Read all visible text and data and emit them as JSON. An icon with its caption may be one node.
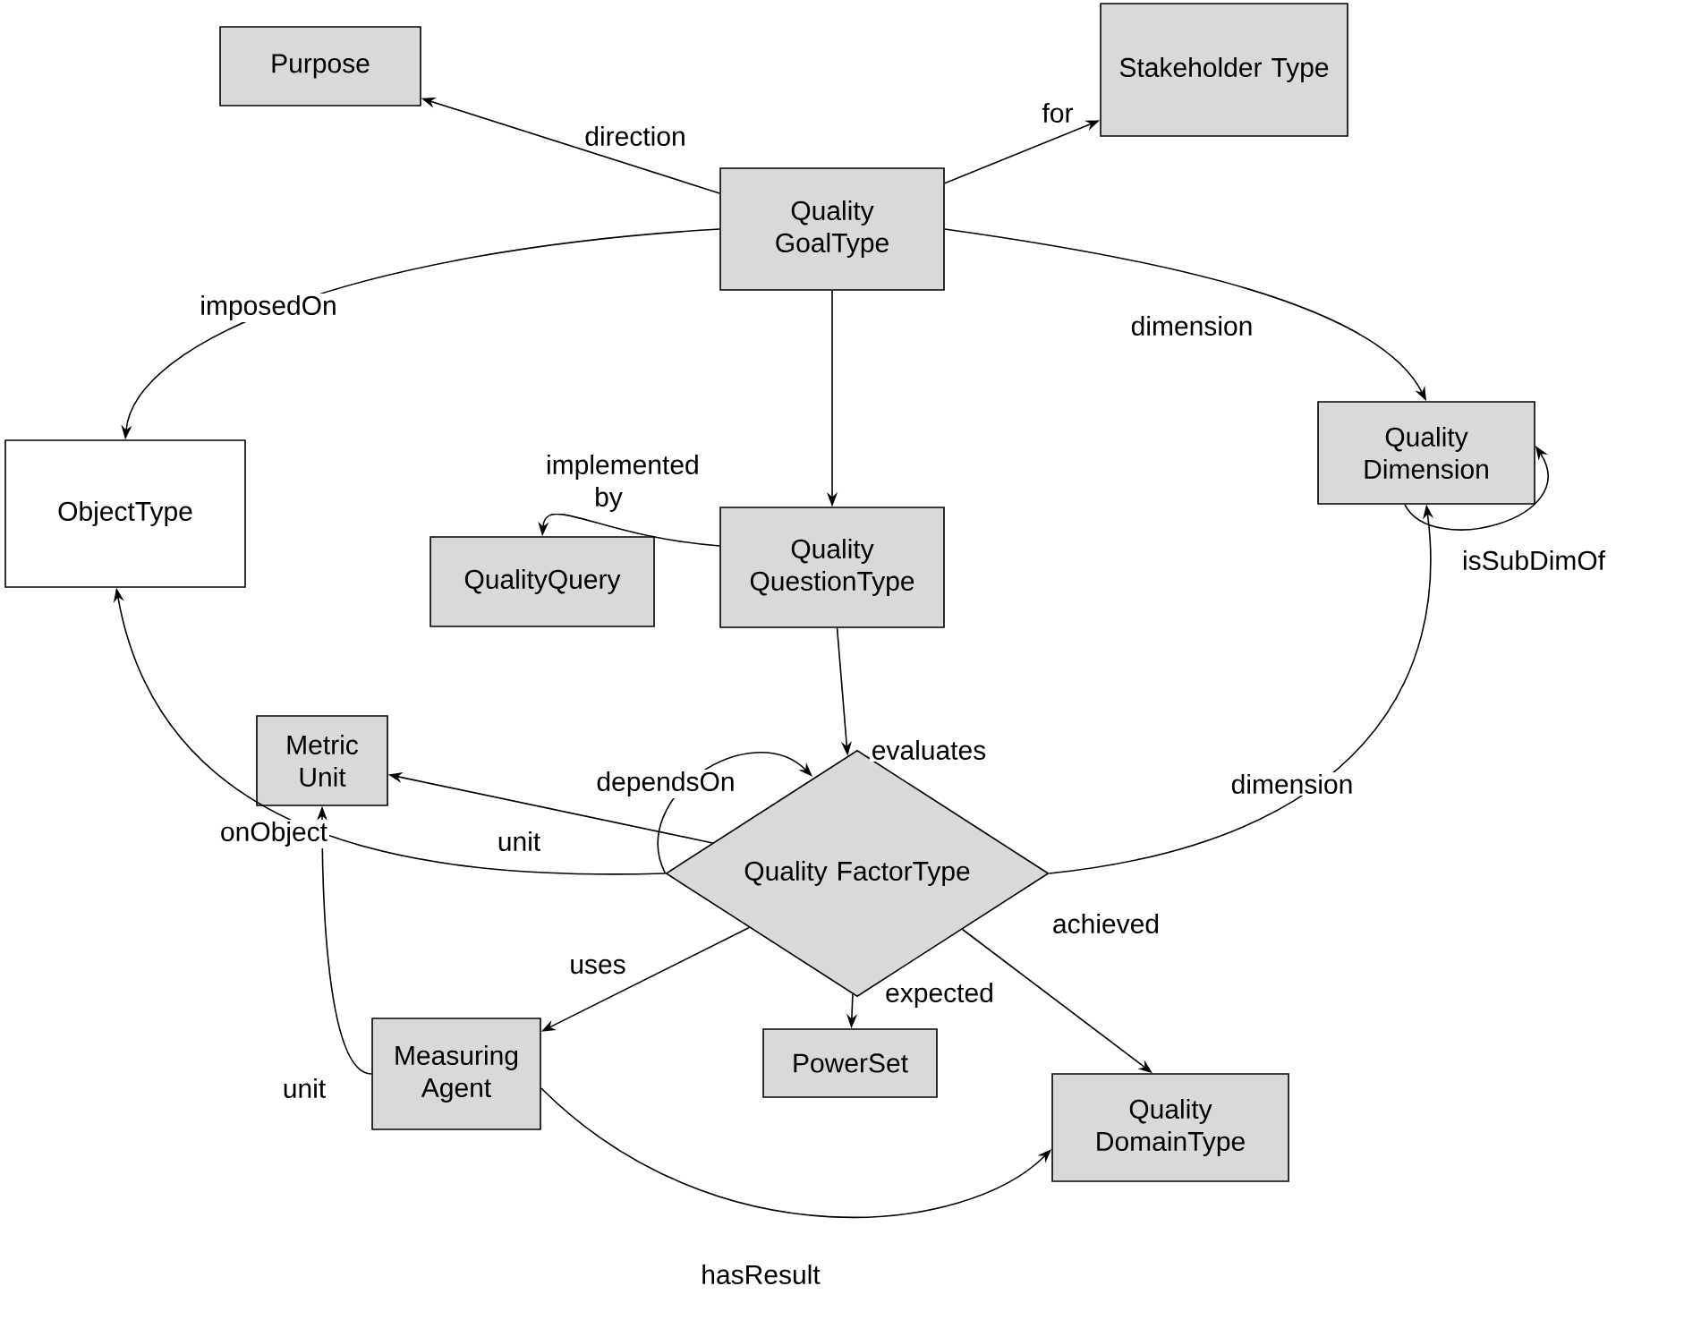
{
  "diagram": {
    "nodes": [
      {
        "text": [
          "Purpose"
        ]
      },
      {
        "text": [
          "Stakeholder Type"
        ]
      },
      {
        "text": [
          "Quality GoalType"
        ]
      },
      {
        "text": [
          "Quality Dimension"
        ]
      },
      {
        "text": [
          "Quality QuestionType"
        ]
      },
      {
        "text": [
          "ObjectType"
        ]
      },
      {
        "text": [
          "QualityQuery"
        ]
      },
      {
        "text": [
          "Quality FactorType"
        ]
      },
      {
        "text": [
          "Metric Unit"
        ]
      },
      {
        "text": [
          "Measuring Agent"
        ]
      },
      {
        "text": [
          "PowerSet"
        ]
      },
      {
        "text": [
          "Quality DomainType"
        ]
      }
    ],
    "edges": [
      {
        "from": 2,
        "to": 0,
        "arrow": "to",
        "label": "direction"
      },
      {
        "from": 2,
        "to": 1,
        "arrow": "to",
        "label": "for"
      },
      {
        "from": 2,
        "to": 3,
        "arrow": "to",
        "label": "dimension"
      },
      {
        "from": 2,
        "to": 5,
        "arrow": "to",
        "label": "imposedOn"
      },
      {
        "from": 2,
        "to": 4,
        "arrow": "to"
      },
      {
        "from": 4,
        "to": 6,
        "arrow": "to",
        "label": "implemented by"
      },
      {
        "from": 3,
        "to": 3,
        "arrow": "to",
        "label": "isSubDimOf"
      },
      {
        "from": 4,
        "to": 7,
        "arrow": "to",
        "label": "evaluates"
      },
      {
        "from": 7,
        "to": 7,
        "arrow": "to",
        "label": "dependsOn"
      },
      {
        "from": 7,
        "to": 5,
        "arrow": "to",
        "label": "onObject"
      },
      {
        "from": 7,
        "to": 3,
        "arrow": "to",
        "label": "dimension"
      },
      {
        "from": 7,
        "to": 8,
        "arrow": "to",
        "label": "unit"
      },
      {
        "from": 7,
        "to": 9,
        "arrow": "to",
        "label": "uses"
      },
      {
        "from": 7,
        "to": 10,
        "arrow": "to",
        "label": "expected"
      },
      {
        "from": 7,
        "to": 11,
        "arrow": "to",
        "label": "achieved"
      },
      {
        "from": 9,
        "to": 8,
        "arrow": "to",
        "label": "unit"
      },
      {
        "from": 9,
        "to": 11,
        "arrow": "to",
        "label": "hasResult"
      }
    ]
  }
}
